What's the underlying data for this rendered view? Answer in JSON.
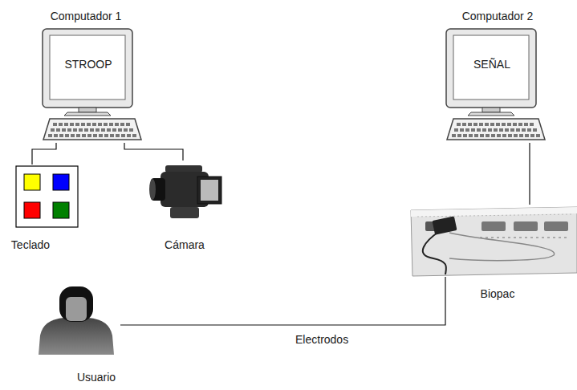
{
  "diagram": {
    "nodes": [
      {
        "text": [
          "Computador 1",
          "STROOP"
        ]
      },
      {
        "text": [
          "Computador 2",
          "SEÑAL"
        ]
      },
      {
        "text": [
          "Teclado"
        ]
      },
      {
        "text": [
          "Cámara"
        ]
      },
      {
        "text": [
          "Usuario"
        ]
      },
      {
        "text": [
          "Biopac"
        ]
      }
    ],
    "edges": [
      {
        "from": 0,
        "to": 2,
        "arrow": "none"
      },
      {
        "from": 0,
        "to": 3,
        "arrow": "none"
      },
      {
        "from": 1,
        "to": 5,
        "arrow": "none"
      },
      {
        "from": 4,
        "to": 5,
        "arrow": "none",
        "label": "Electrodos"
      }
    ]
  }
}
